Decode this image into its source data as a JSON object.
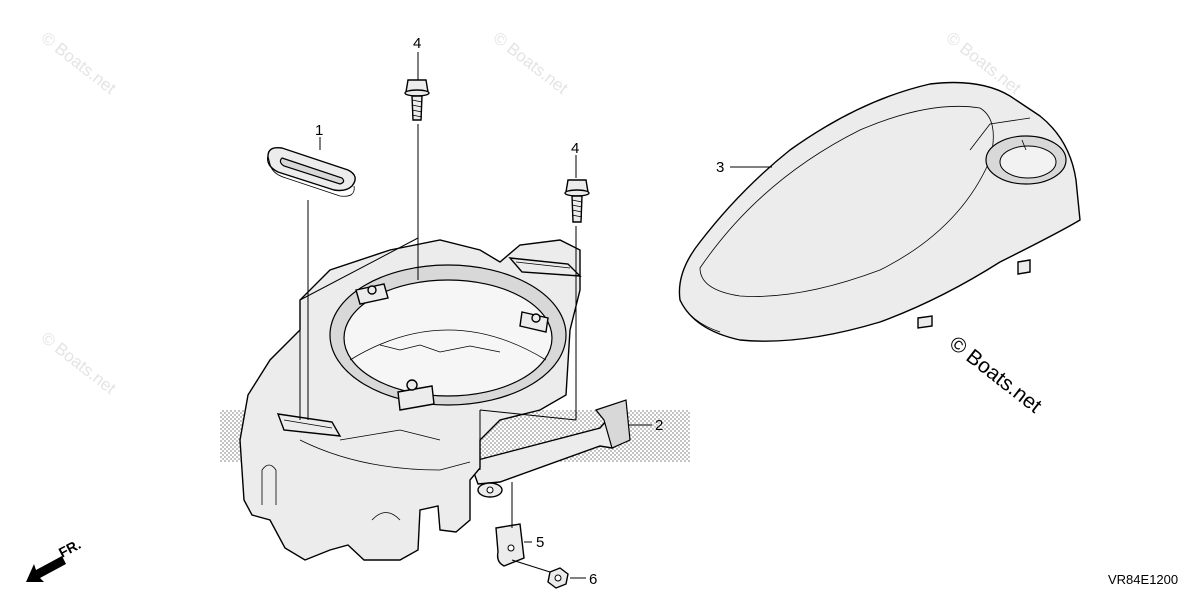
{
  "callouts": {
    "c1": "1",
    "c2": "2",
    "c3": "3",
    "c4a": "4",
    "c4b": "4",
    "c5": "5",
    "c6": "6"
  },
  "watermark": {
    "text": "© Boats.net",
    "large": "© Boats.net"
  },
  "diagram_code": "VR84E1200",
  "direction": {
    "label": "FR."
  }
}
